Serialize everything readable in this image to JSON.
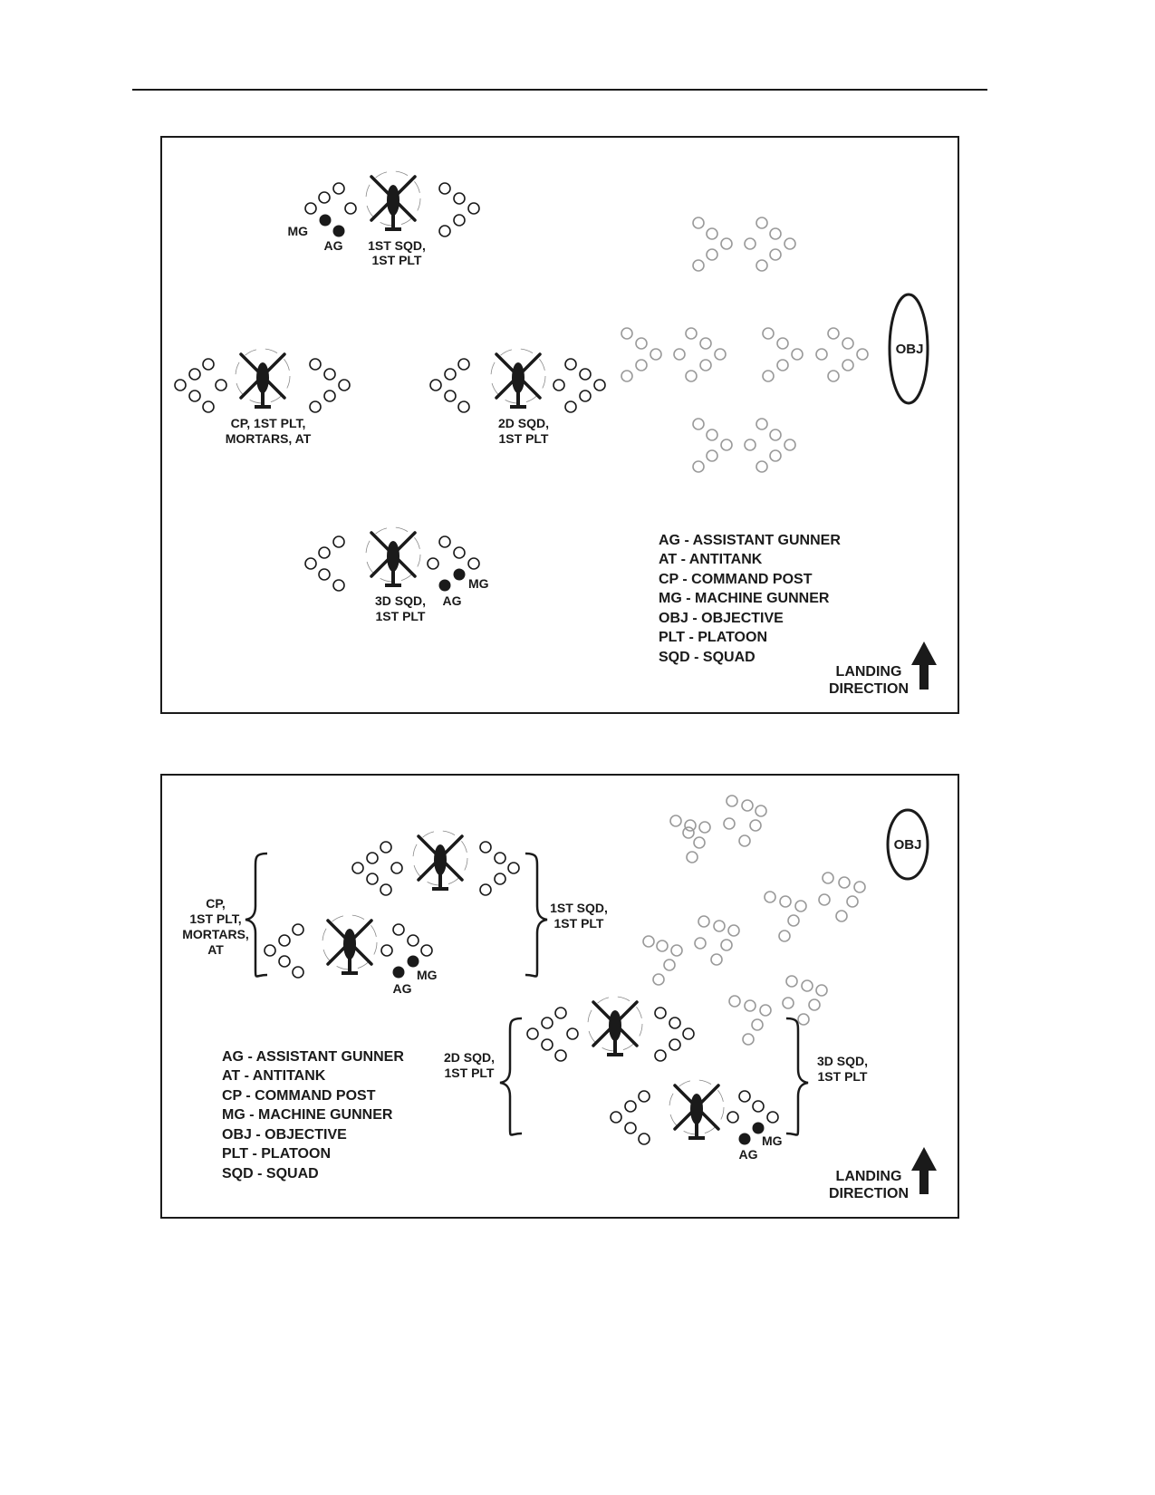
{
  "colors": {
    "ink": "#1a1a1a",
    "faded": "#9a9a9a"
  },
  "icons": [
    "helicopter-icon",
    "up-arrow-icon",
    "soldier-marker",
    "gunner-marker"
  ],
  "legend": [
    "AG - ASSISTANT GUNNER",
    "AT - ANTITANK",
    "CP - COMMAND POST",
    "MG - MACHINE GUNNER",
    "OBJ - OBJECTIVE",
    "PLT - PLATOON",
    "SQD - SQUAD"
  ],
  "landing": {
    "line1": "LANDING",
    "line2": "DIRECTION"
  },
  "obj_label": "OBJ",
  "markers": {
    "mg": "MG",
    "ag": "AG"
  },
  "diagram1": {
    "sqd1": [
      "1ST SQD,",
      "1ST PLT"
    ],
    "cp": [
      "CP, 1ST PLT,",
      "MORTARS, AT"
    ],
    "sqd2": [
      "2D SQD,",
      "1ST PLT"
    ],
    "sqd3": [
      "3D SQD,",
      "1ST PLT"
    ]
  },
  "diagram2": {
    "cp": [
      "CP,",
      "1ST PLT,",
      "MORTARS,",
      "AT"
    ],
    "sqd1": [
      "1ST SQD,",
      "1ST PLT"
    ],
    "sqd2": [
      "2D SQD,",
      "1ST PLT"
    ],
    "sqd3": [
      "3D SQD,",
      "1ST PLT"
    ]
  }
}
